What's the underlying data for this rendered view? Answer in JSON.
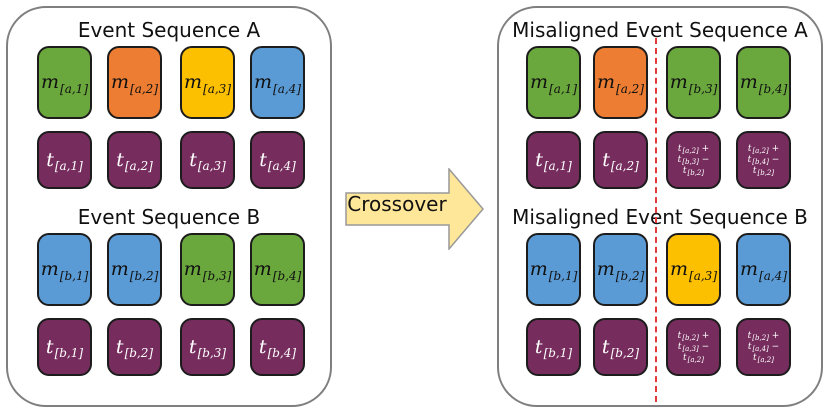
{
  "colors": {
    "green": "#6aa73d",
    "orange": "#ec7d32",
    "yellow": "#fdc000",
    "blue": "#5b9bd5",
    "purple": "#762d5e",
    "arrow_fill": "#ffe799",
    "divider": "#e23a3a"
  },
  "arrow_label": "Crossover",
  "left_panel": {
    "seq_a": {
      "title": "Event Sequence A",
      "m": [
        {
          "base": "m",
          "sub": "[a,1]",
          "color": "green"
        },
        {
          "base": "m",
          "sub": "[a,2]",
          "color": "orange"
        },
        {
          "base": "m",
          "sub": "[a,3]",
          "color": "yellow"
        },
        {
          "base": "m",
          "sub": "[a,4]",
          "color": "blue"
        }
      ],
      "t": [
        {
          "base": "t",
          "sub": "[a,1]"
        },
        {
          "base": "t",
          "sub": "[a,2]"
        },
        {
          "base": "t",
          "sub": "[a,3]"
        },
        {
          "base": "t",
          "sub": "[a,4]"
        }
      ]
    },
    "seq_b": {
      "title": "Event Sequence B",
      "m": [
        {
          "base": "m",
          "sub": "[b,1]",
          "color": "blue"
        },
        {
          "base": "m",
          "sub": "[b,2]",
          "color": "blue"
        },
        {
          "base": "m",
          "sub": "[b,3]",
          "color": "green"
        },
        {
          "base": "m",
          "sub": "[b,4]",
          "color": "green"
        }
      ],
      "t": [
        {
          "base": "t",
          "sub": "[b,1]"
        },
        {
          "base": "t",
          "sub": "[b,2]"
        },
        {
          "base": "t",
          "sub": "[b,3]"
        },
        {
          "base": "t",
          "sub": "[b,4]"
        }
      ]
    }
  },
  "right_panel": {
    "seq_a": {
      "title": "Misaligned Event Sequence A",
      "m": [
        {
          "base": "m",
          "sub": "[a,1]",
          "color": "green"
        },
        {
          "base": "m",
          "sub": "[a,2]",
          "color": "orange"
        },
        {
          "base": "m",
          "sub": "[b,3]",
          "color": "green"
        },
        {
          "base": "m",
          "sub": "[b,4]",
          "color": "green"
        }
      ],
      "t": [
        {
          "base": "t",
          "sub": "[a,1]"
        },
        {
          "base": "t",
          "sub": "[a,2]"
        },
        {
          "lines": [
            [
              "t",
              "[a,2]",
              " +"
            ],
            [
              "t",
              "[b,3]",
              " −"
            ],
            [
              "t",
              "[b,2]",
              ""
            ]
          ]
        },
        {
          "lines": [
            [
              "t",
              "[a,2]",
              " +"
            ],
            [
              "t",
              "[b,4]",
              " −"
            ],
            [
              "t",
              "[b,2]",
              ""
            ]
          ]
        }
      ]
    },
    "seq_b": {
      "title": "Misaligned Event Sequence B",
      "m": [
        {
          "base": "m",
          "sub": "[b,1]",
          "color": "blue"
        },
        {
          "base": "m",
          "sub": "[b,2]",
          "color": "blue"
        },
        {
          "base": "m",
          "sub": "[a,3]",
          "color": "yellow"
        },
        {
          "base": "m",
          "sub": "[a,4]",
          "color": "blue"
        }
      ],
      "t": [
        {
          "base": "t",
          "sub": "[b,1]"
        },
        {
          "base": "t",
          "sub": "[b,2]"
        },
        {
          "lines": [
            [
              "t",
              "[b,2]",
              " +"
            ],
            [
              "t",
              "[a,3]",
              " −"
            ],
            [
              "t",
              "[a,2]",
              ""
            ]
          ]
        },
        {
          "lines": [
            [
              "t",
              "[b,2]",
              " +"
            ],
            [
              "t",
              "[a,4]",
              " −"
            ],
            [
              "t",
              "[a,2]",
              ""
            ]
          ]
        }
      ]
    }
  }
}
